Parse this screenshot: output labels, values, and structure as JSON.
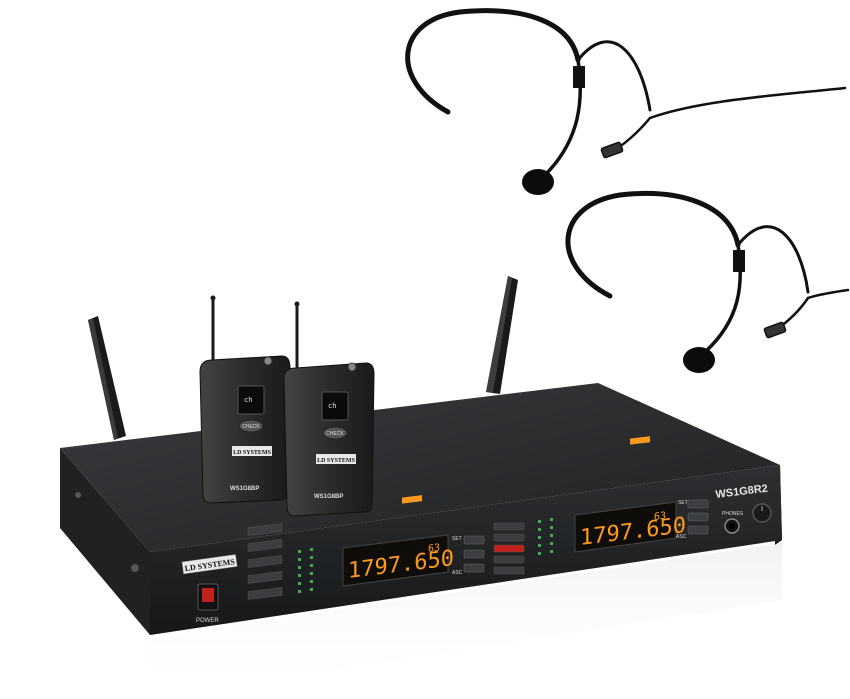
{
  "receiver": {
    "brand": "LD SYSTEMS",
    "model": "WS1G8R2",
    "power_label": "POWER",
    "phones_label": "PHONES",
    "channels": [
      {
        "frequency": "1797.650",
        "group": "63",
        "set": "SET",
        "asc": "ASC"
      },
      {
        "frequency": "1797.650",
        "group": "63",
        "set": "SET",
        "asc": "ASC"
      }
    ]
  },
  "transmitters": [
    {
      "brand": "LD SYSTEMS",
      "model": "WS1G8BP",
      "display": "ch",
      "check_label": "CHECK"
    },
    {
      "brand": "LD SYSTEMS",
      "model": "WS1G8BP",
      "display": "ch",
      "check_label": "CHECK"
    }
  ],
  "colors": {
    "background": "#ffffff",
    "receiver_body": "#2b2c2e",
    "lcd_text": "#ff9a1f",
    "accent_red": "#c0221b"
  }
}
